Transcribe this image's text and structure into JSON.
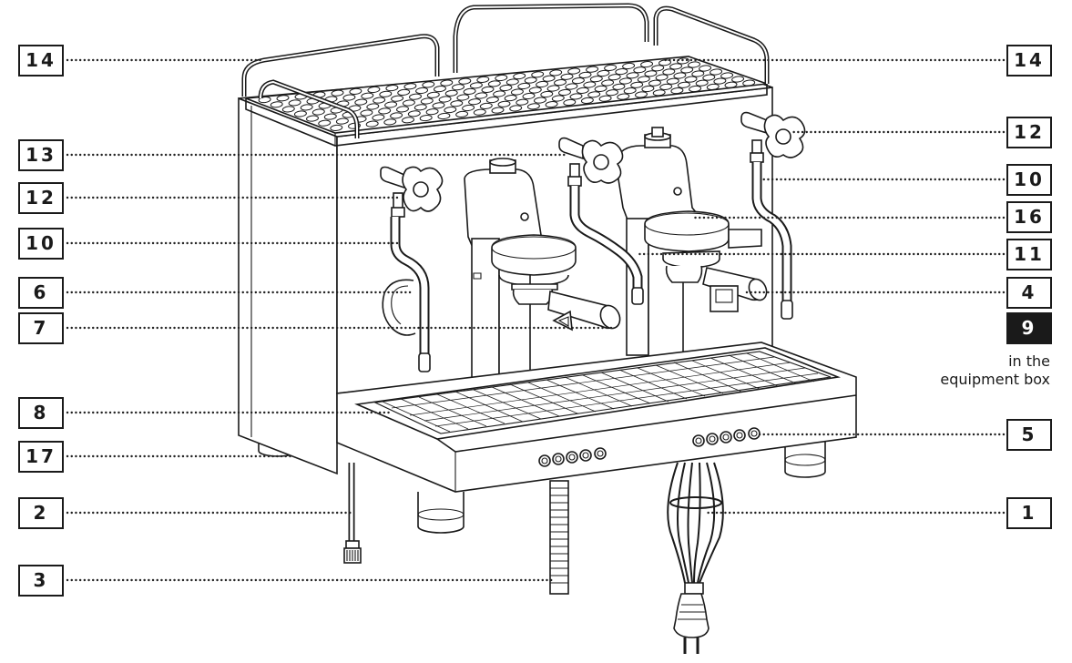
{
  "callouts": {
    "c14_left": "14",
    "c13": "13",
    "c12_left": "12",
    "c10_left": "10",
    "c6": "6",
    "c7": "7",
    "c8": "8",
    "c17": "17",
    "c2": "2",
    "c3": "3",
    "c14_right": "14",
    "c12_right": "12",
    "c10_right": "10",
    "c16": "16",
    "c11": "11",
    "c4": "4",
    "c9": "9",
    "c5": "5",
    "c1": "1"
  },
  "note": {
    "line1": "in the",
    "line2": "equipment box"
  },
  "colors": {
    "line": "#1a1a1a",
    "background": "#ffffff",
    "highlight_box": "#1a1a1a"
  }
}
